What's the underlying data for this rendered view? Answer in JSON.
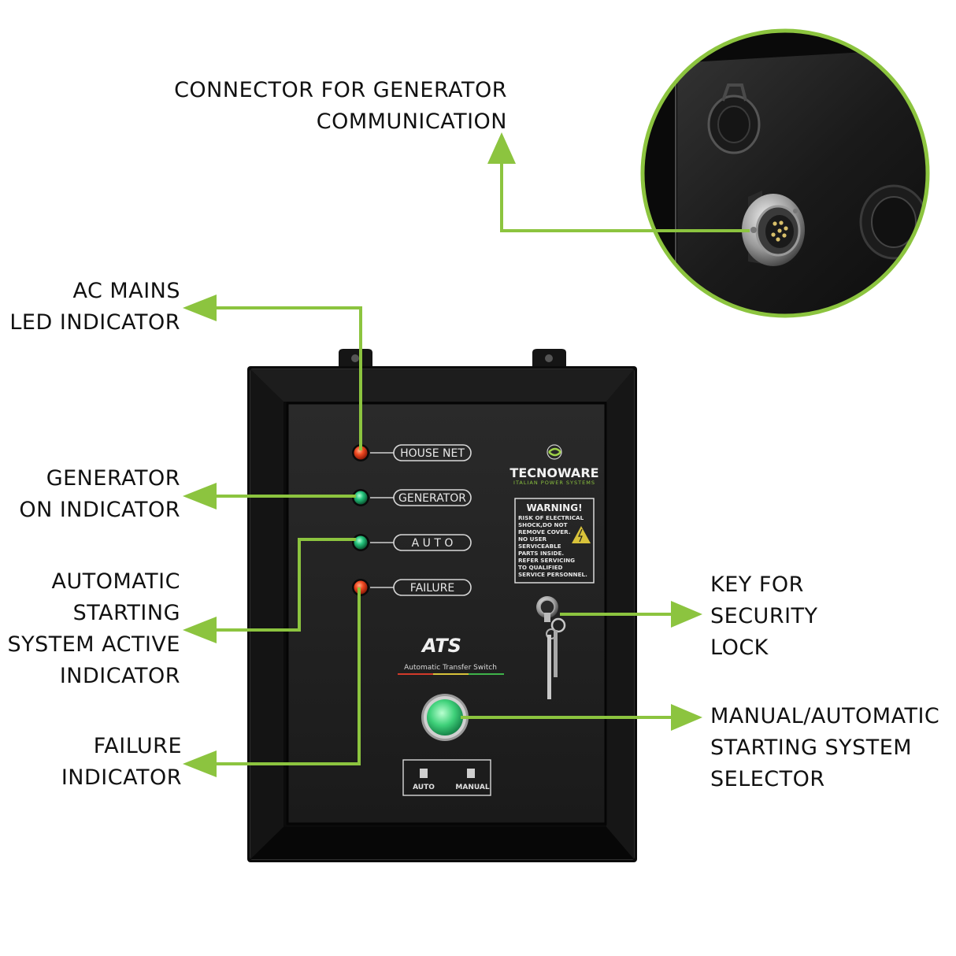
{
  "callouts": {
    "connector": {
      "lines": [
        "CONNECTOR FOR GENERATOR",
        "COMMUNICATION"
      ]
    },
    "ac_mains": {
      "lines": [
        "AC MAINS",
        "LED INDICATOR"
      ]
    },
    "generator_on": {
      "lines": [
        "GENERATOR",
        "ON INDICATOR"
      ]
    },
    "auto_active": {
      "lines": [
        "AUTOMATIC",
        "STARTING",
        "SYSTEM ACTIVE",
        "INDICATOR"
      ]
    },
    "failure": {
      "lines": [
        "FAILURE",
        "INDICATOR"
      ]
    },
    "key": {
      "lines": [
        "KEY FOR",
        "SECURITY",
        "LOCK"
      ]
    },
    "selector": {
      "lines": [
        "MANUAL/AUTOMATIC",
        "STARTING SYSTEM",
        "SELECTOR"
      ]
    }
  },
  "panel": {
    "led_labels": {
      "house_net": "HOUSE NET",
      "generator": "GENERATOR",
      "auto": "A U T O",
      "failure": "FAILURE"
    },
    "brand": "TECNOWARE",
    "brand_tagline": "ITALIAN POWER SYSTEMS",
    "warning": {
      "title": "WARNING!",
      "lines": [
        "RISK OF ELECTRICAL",
        "SHOCK,DO NOT",
        "REMOVE COVER.",
        "NO USER",
        "SERVICEABLE",
        "PARTS INSIDE.",
        "REFER SERVICING",
        "TO QUALIFIED",
        "SERVICE PERSONNEL."
      ]
    },
    "model": "ATS",
    "model_subtitle": "Automatic Transfer Switch",
    "switch_labels": {
      "auto": "AUTO",
      "manual": "MANUAL"
    }
  },
  "colors": {
    "accent_green": "#8cc43f",
    "panel_black": "#121212",
    "led_red": "#e8361c",
    "led_green": "#21c07a",
    "button_green": "#3fd17a"
  }
}
